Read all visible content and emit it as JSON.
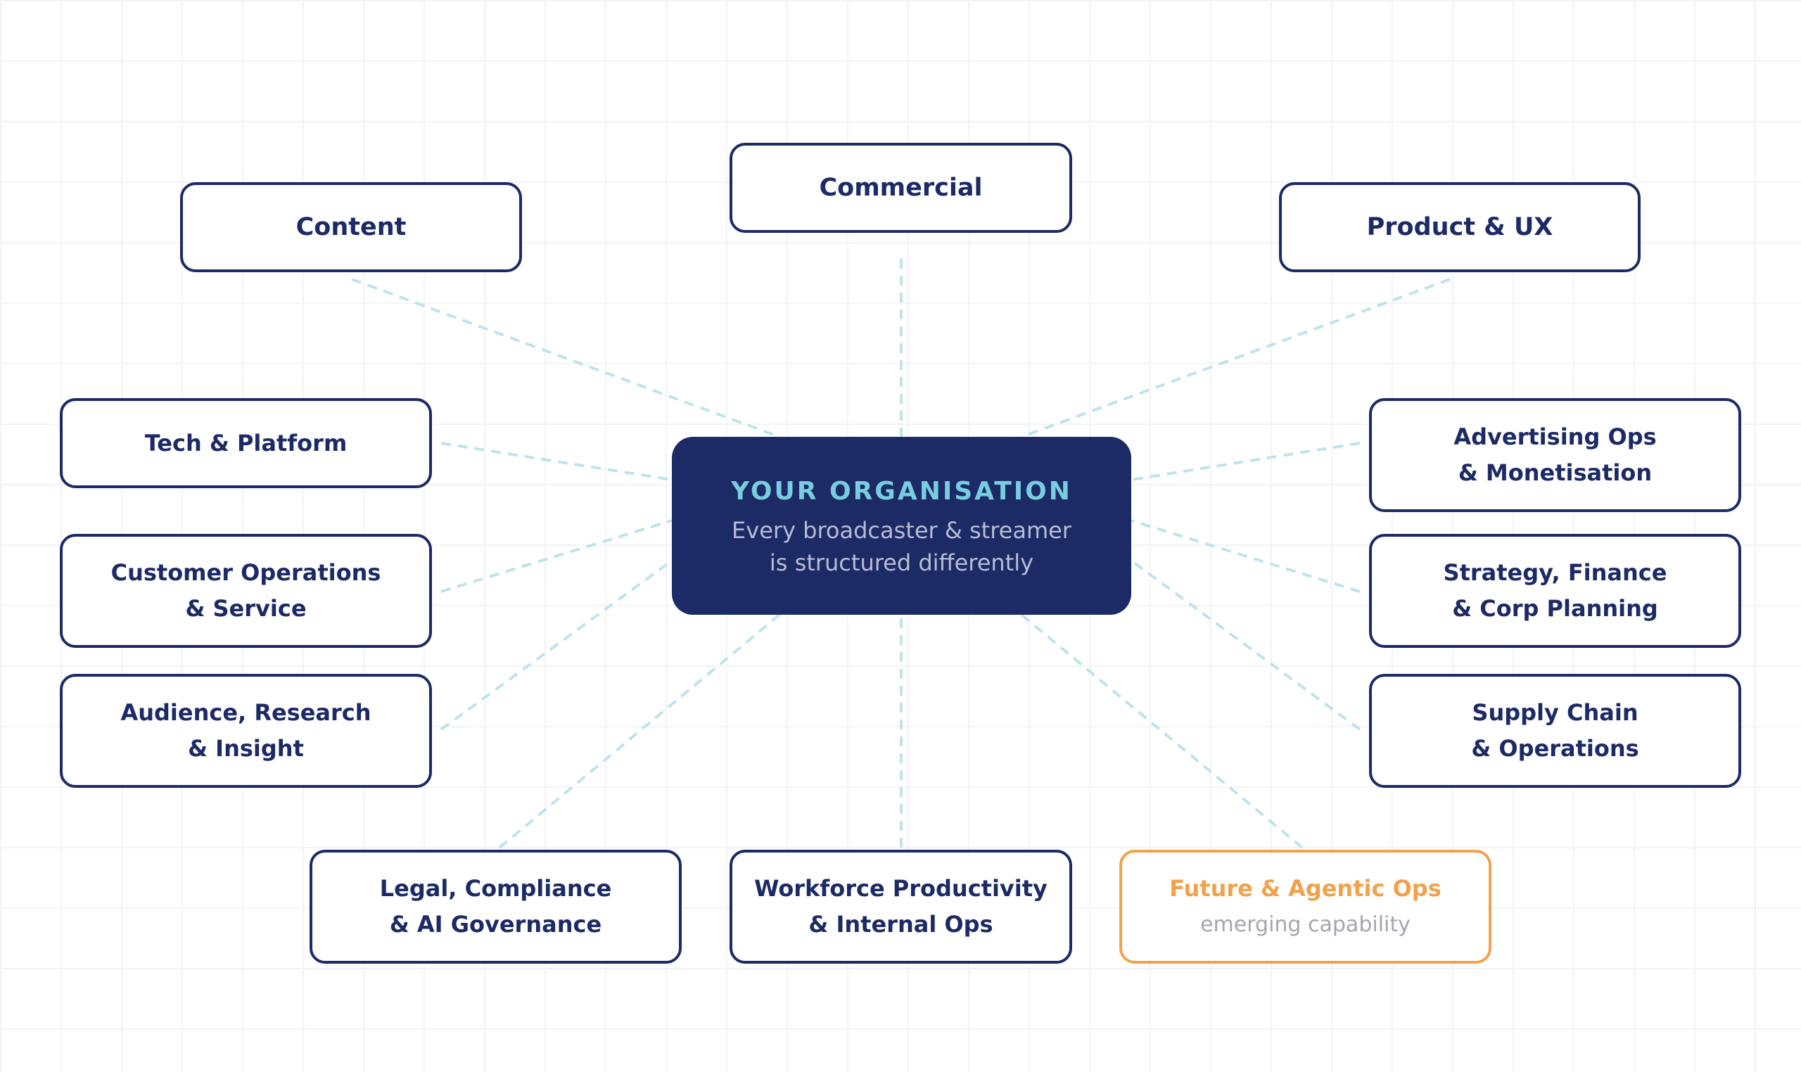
{
  "center": {
    "title": "YOUR ORGANISATION",
    "subtitle": [
      "Every broadcaster & streamer",
      "is structured differently"
    ]
  },
  "nodes": {
    "content": {
      "lines": [
        "Content"
      ]
    },
    "commercial": {
      "lines": [
        "Commercial"
      ]
    },
    "product_ux": {
      "lines": [
        "Product & UX"
      ]
    },
    "tech_platform": {
      "lines": [
        "Tech & Platform"
      ]
    },
    "customer_ops": {
      "lines": [
        "Customer Operations",
        "& Service"
      ]
    },
    "audience": {
      "lines": [
        "Audience, Research",
        "& Insight"
      ]
    },
    "advertising": {
      "lines": [
        "Advertising Ops",
        "& Monetisation"
      ]
    },
    "strategy": {
      "lines": [
        "Strategy, Finance",
        "& Corp Planning"
      ]
    },
    "supply_chain": {
      "lines": [
        "Supply Chain",
        "& Operations"
      ]
    },
    "legal": {
      "lines": [
        "Legal, Compliance",
        "& AI Governance"
      ]
    },
    "workforce": {
      "lines": [
        "Workforce Productivity",
        "& Internal Ops"
      ]
    },
    "future": {
      "title": "Future & Agentic Ops",
      "subtitle": "emerging capability"
    }
  },
  "colors": {
    "navy": "#1c2a66",
    "accent": "#78cede",
    "orange": "#f0a24c",
    "connector": "#bfe3ea",
    "muted": "#a3a6ad"
  }
}
